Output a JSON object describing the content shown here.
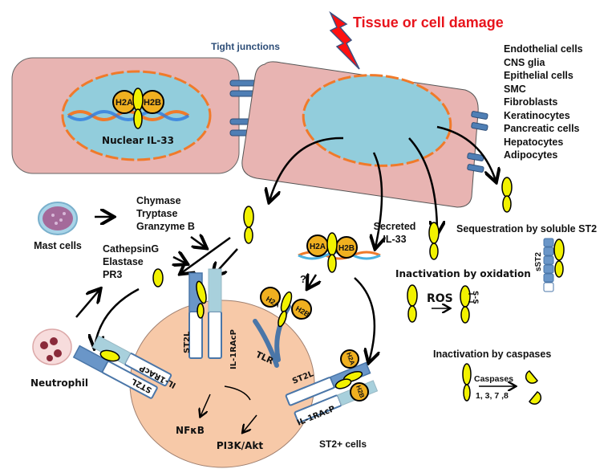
{
  "title": "Tissue or cell damage",
  "colors": {
    "title_red": "#e8141c",
    "cell_pink": "#e8b4b2",
    "nucleus_blue": "#92cddc",
    "membrane_orange": "#f07a2a",
    "il33_yellow": "#f2f200",
    "histone_orange": "#f0b020",
    "receptor_blue": "#4a76a8",
    "target_cell": "#f7c9a8",
    "tight_junction": "#4f7fb5",
    "junction_label": "#2e4e78"
  },
  "labels": {
    "tight_junctions": "Tight junctions",
    "nuclear_il33": "Nuclear IL-33",
    "h2a": "H2A",
    "h2b": "H2B",
    "mast_cells": "Mast cells",
    "neutrophil": "Neutrophil",
    "secreted_il33_line1": "Secreted",
    "secreted_il33_line2": "IL-33",
    "question_mark": "?",
    "tlr": "TLR",
    "st2l": "ST2L",
    "il1racp": "IL-1RAcP",
    "nfkb": "NFκB",
    "pi3k_akt": "PI3K/Akt",
    "st2_cells": "ST2+ cells",
    "sequestration": "Sequestration by soluble ST2",
    "sst2": "sST2",
    "oxidation": "Inactivation by oxidation",
    "ros": "ROS",
    "ss": "S-S",
    "caspase_title": "Inactivation by caspases",
    "caspases": "Caspases",
    "caspase_numbers": "1, 3, 7 ,8"
  },
  "cell_types": [
    "Endothelial cells",
    "CNS glia",
    "Epithelial cells",
    "SMC",
    "Fibroblasts",
    "Keratinocytes",
    "Pancreatic cells",
    "Hepatocytes",
    "Adipocytes"
  ],
  "mast_cell_proteases": [
    "Chymase",
    "Tryptase",
    "Granzyme B"
  ],
  "neutrophil_proteases": [
    "CathepsinG",
    "Elastase",
    "PR3"
  ]
}
